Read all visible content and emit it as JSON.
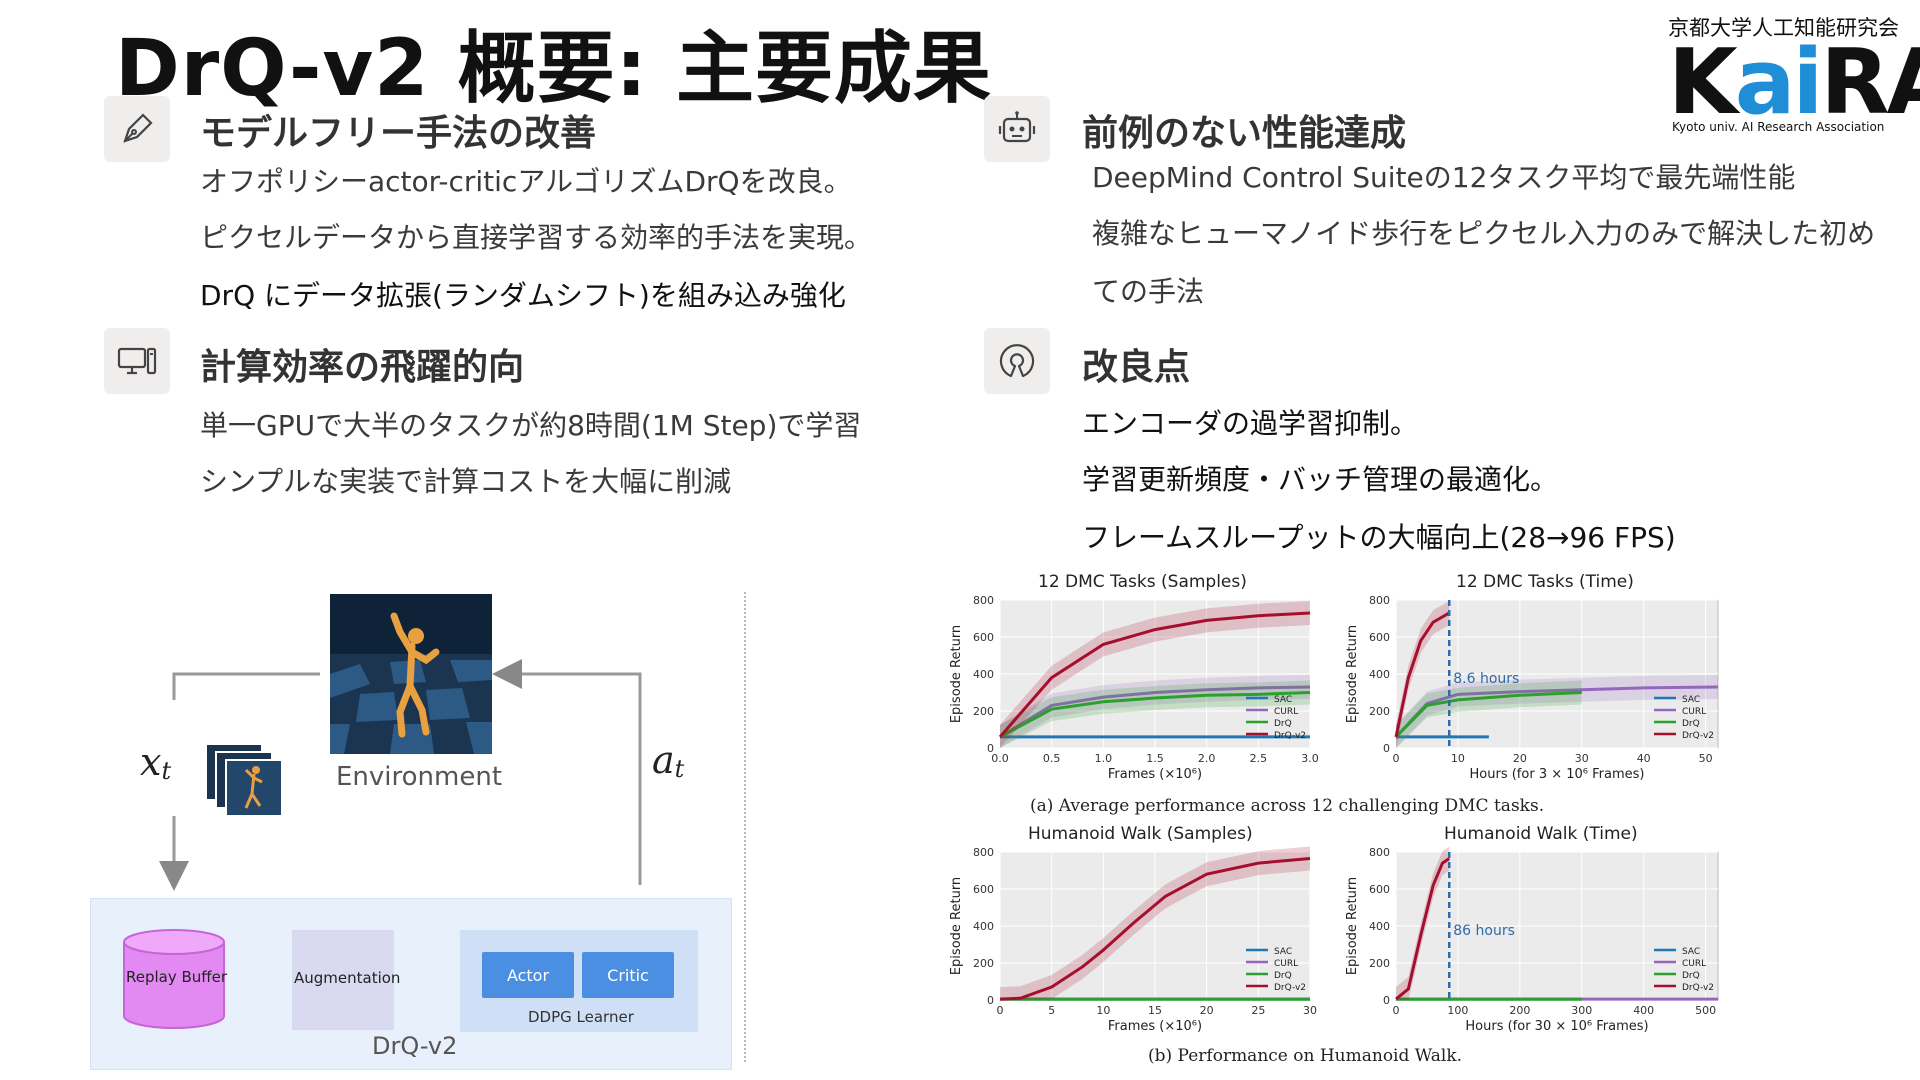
{
  "title": "DrQ-v2 概要: 主要成果",
  "logo": {
    "top": "京都大学人工知能研究会",
    "main_k": "K",
    "main_ai": "ai",
    "main_ra": "RA",
    "sub": "Kyoto univ. AI Research Association"
  },
  "sections": [
    {
      "heading": "モデルフリー手法の改善",
      "lines": [
        "オフポリシーactor-criticアルゴリズムDrQを改良。",
        "ピクセルデータから直接学習する効率的手法を実現。",
        "DrQ にデータ拡張(ランダムシフト)を組み込み強化"
      ]
    },
    {
      "heading": "計算効率の飛躍的向",
      "lines": [
        "単一GPUで大半のタスクが約8時間(1M Step)で学習",
        "シンプルな実装で計算コストを大幅に削減"
      ]
    },
    {
      "heading": "前例のない性能達成",
      "lines": [
        "DeepMind Control Suiteの12タスク平均で最先端性能",
        "複雑なヒューマノイド歩行をピクセル入力のみで解決した初め",
        "ての手法"
      ]
    },
    {
      "heading": "改良点",
      "lines": [
        "エンコーダの過学習抑制。",
        "学習更新頻度・バッチ管理の最適化。",
        "フレームスループットの大幅向上(28→96 FPS)"
      ]
    }
  ],
  "diagram": {
    "environment": "Environment",
    "x_var": "x",
    "x_sub": "t",
    "a_var": "a",
    "a_sub": "t",
    "replay": "Replay Buffer",
    "augmentation": "Augmentation",
    "actor": "Actor",
    "critic": "Critic",
    "learner": "DDPG Learner",
    "drq": "DrQ-v2"
  },
  "colors": {
    "sac": "#1f77b4",
    "curl": "#9467bd",
    "drq": "#2ca02c",
    "drqv2": "#a50f2d"
  },
  "legend": [
    "SAC",
    "CURL",
    "DrQ",
    "DrQ-v2"
  ],
  "captions": [
    "(a) Average performance across 12 challenging DMC tasks.",
    "(b) Performance on Humanoid Walk."
  ],
  "chart_data": [
    {
      "type": "line",
      "title": "12 DMC Tasks (Samples)",
      "xlabel": "Frames (×10⁶)",
      "ylabel": "Episode Return",
      "xlim": [
        0,
        3.0
      ],
      "ylim": [
        0,
        800
      ],
      "xticks": [
        "0.0",
        "0.5",
        "1.0",
        "1.5",
        "2.0",
        "2.5",
        "3.0"
      ],
      "yticks": [
        "0",
        "200",
        "400",
        "600",
        "800"
      ],
      "series": [
        {
          "name": "SAC",
          "x": [
            0.0,
            0.5,
            1.0,
            1.5,
            2.0,
            2.5,
            3.0
          ],
          "y": [
            60,
            60,
            60,
            60,
            60,
            60,
            60
          ]
        },
        {
          "name": "CURL",
          "x": [
            0.0,
            0.5,
            1.0,
            1.5,
            2.0,
            2.5,
            3.0
          ],
          "y": [
            60,
            230,
            275,
            300,
            315,
            325,
            330
          ]
        },
        {
          "name": "DrQ",
          "x": [
            0.0,
            0.5,
            1.0,
            1.5,
            2.0,
            2.5,
            3.0
          ],
          "y": [
            60,
            210,
            250,
            270,
            285,
            290,
            300
          ]
        },
        {
          "name": "DrQ-v2",
          "x": [
            0.0,
            0.5,
            1.0,
            1.5,
            2.0,
            2.5,
            3.0
          ],
          "y": [
            60,
            380,
            560,
            640,
            690,
            715,
            730
          ]
        }
      ]
    },
    {
      "type": "line",
      "title": "12 DMC Tasks (Time)",
      "xlabel": "Hours (for 3 × 10⁶ Frames)",
      "ylabel": "Episode Return",
      "xlim": [
        0,
        52
      ],
      "ylim": [
        0,
        800
      ],
      "annotation": "8.6 hours",
      "xticks": [
        "0",
        "10",
        "20",
        "30",
        "40",
        "50"
      ],
      "yticks": [
        "0",
        "200",
        "400",
        "600",
        "800"
      ],
      "series": [
        {
          "name": "SAC",
          "x": [
            0,
            5,
            10,
            15
          ],
          "y": [
            60,
            60,
            60,
            60
          ]
        },
        {
          "name": "CURL",
          "x": [
            0,
            5,
            10,
            20,
            30,
            40,
            52
          ],
          "y": [
            60,
            240,
            290,
            305,
            315,
            325,
            330
          ]
        },
        {
          "name": "DrQ",
          "x": [
            0,
            5,
            10,
            20,
            30
          ],
          "y": [
            60,
            230,
            260,
            285,
            300
          ]
        },
        {
          "name": "DrQ-v2",
          "x": [
            0,
            2,
            4,
            6,
            8.6
          ],
          "y": [
            60,
            380,
            580,
            680,
            730
          ]
        }
      ]
    },
    {
      "type": "line",
      "title": "Humanoid Walk (Samples)",
      "xlabel": "Frames (×10⁶)",
      "ylabel": "Episode Return",
      "xlim": [
        0,
        30
      ],
      "ylim": [
        0,
        800
      ],
      "xticks": [
        "0",
        "5",
        "10",
        "15",
        "20",
        "25",
        "30"
      ],
      "yticks": [
        "0",
        "200",
        "400",
        "600",
        "800"
      ],
      "series": [
        {
          "name": "SAC",
          "x": [
            0,
            30
          ],
          "y": [
            5,
            5
          ]
        },
        {
          "name": "CURL",
          "x": [
            0,
            30
          ],
          "y": [
            5,
            5
          ]
        },
        {
          "name": "DrQ",
          "x": [
            0,
            30
          ],
          "y": [
            5,
            5
          ]
        },
        {
          "name": "DrQ-v2",
          "x": [
            0,
            2,
            5,
            8,
            10,
            13,
            16,
            20,
            25,
            30
          ],
          "y": [
            5,
            10,
            70,
            180,
            270,
            420,
            560,
            680,
            740,
            765
          ]
        }
      ]
    },
    {
      "type": "line",
      "title": "Humanoid Walk (Time)",
      "xlabel": "Hours (for 30 × 10⁶ Frames)",
      "ylabel": "Episode Return",
      "xlim": [
        0,
        520
      ],
      "ylim": [
        0,
        800
      ],
      "annotation": "86 hours",
      "xticks": [
        "0",
        "100",
        "200",
        "300",
        "400",
        "500"
      ],
      "yticks": [
        "0",
        "200",
        "400",
        "600",
        "800"
      ],
      "series": [
        {
          "name": "SAC",
          "x": [
            0,
            300
          ],
          "y": [
            5,
            5
          ]
        },
        {
          "name": "CURL",
          "x": [
            0,
            520
          ],
          "y": [
            5,
            5
          ]
        },
        {
          "name": "DrQ",
          "x": [
            0,
            300
          ],
          "y": [
            5,
            5
          ]
        },
        {
          "name": "DrQ-v2",
          "x": [
            0,
            20,
            40,
            60,
            75,
            86
          ],
          "y": [
            5,
            60,
            350,
            620,
            740,
            765
          ]
        }
      ]
    }
  ]
}
